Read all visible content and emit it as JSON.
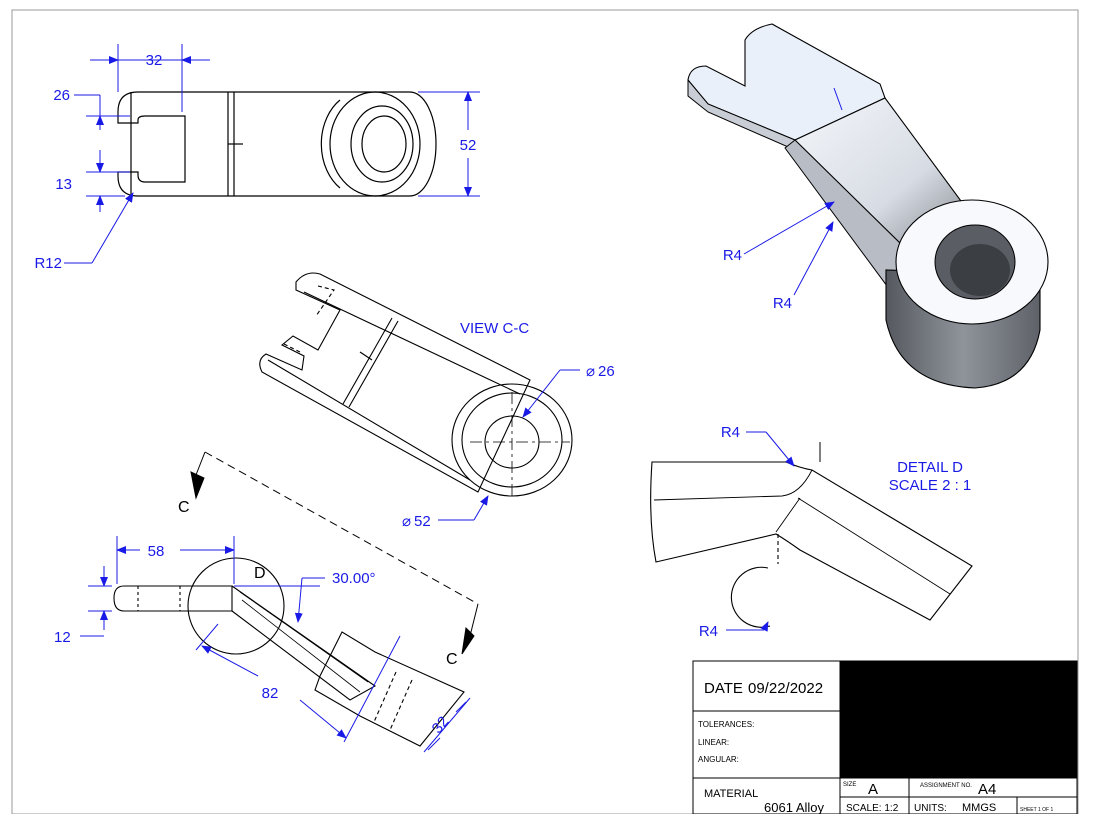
{
  "colors": {
    "dimension": "#1a1ae6",
    "line": "#000000",
    "title_block_fill": "#000000"
  },
  "top_view": {
    "dim_width": "32",
    "dim_slot": "26",
    "dim_bottom": "13",
    "dim_height": "52",
    "radius": "R12"
  },
  "iso_view": {
    "radius_a": "R4",
    "radius_b": "R4"
  },
  "section_view": {
    "label": "VIEW C-C",
    "inner_dia": "26",
    "outer_dia": "52",
    "diameter_symbol": "⌀"
  },
  "cut_plane": {
    "label_top": "C",
    "label_bottom": "C"
  },
  "side_view": {
    "dim_length": "58",
    "dim_thickness": "12",
    "dim_angle": "30.00°",
    "dim_arm": "82",
    "dim_boss": "32",
    "detail_label": "D"
  },
  "detail_view": {
    "title": "DETAIL D",
    "scale": "SCALE 2 : 1",
    "radius_top": "R4",
    "radius_bottom": "R4"
  },
  "title_block": {
    "date_label": "DATE",
    "date_value": "09/22/2022",
    "tolerances_label": "TOLERANCES:",
    "linear_label": "LINEAR:",
    "angular_label": "ANGULAR:",
    "material_label": "MATERIAL",
    "material_value": "6061 Alloy",
    "size_label": "SIZE",
    "size_value": "A",
    "assignment_label": "ASSIGNMENT NO.",
    "assignment_value": "A4",
    "scale_text": "SCALE: 1:2",
    "units_label": "UNITS:",
    "units_value": "MMGS",
    "sheet_text": "SHEET 1 OF 1"
  }
}
